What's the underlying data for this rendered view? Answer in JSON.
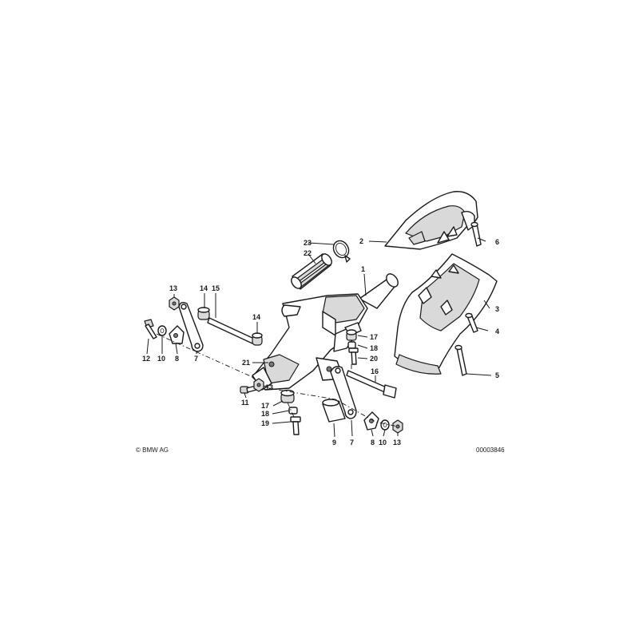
{
  "callouts": {
    "c1": "1",
    "c2": "2",
    "c3": "3",
    "c4": "4",
    "c5": "5",
    "c6": "6",
    "c7a": "7",
    "c7b": "7",
    "c8a": "8",
    "c8b": "8",
    "c9": "9",
    "c10a": "10",
    "c10b": "10",
    "c11": "11",
    "c12": "12",
    "c13a": "13",
    "c13b": "13",
    "c13c": "13",
    "c14a": "14",
    "c14b": "14",
    "c15": "15",
    "c16": "16",
    "c17a": "17",
    "c17b": "17",
    "c18a": "18",
    "c18b": "18",
    "c19": "19",
    "c20": "20",
    "c21": "21",
    "c22": "22",
    "c23": "23"
  },
  "footer": {
    "copyright": "© BMW AG",
    "drawing_number": "00003846"
  },
  "colors": {
    "line": "#1a1a1a",
    "background": "#ffffff",
    "shade": "#d9d9d9"
  }
}
